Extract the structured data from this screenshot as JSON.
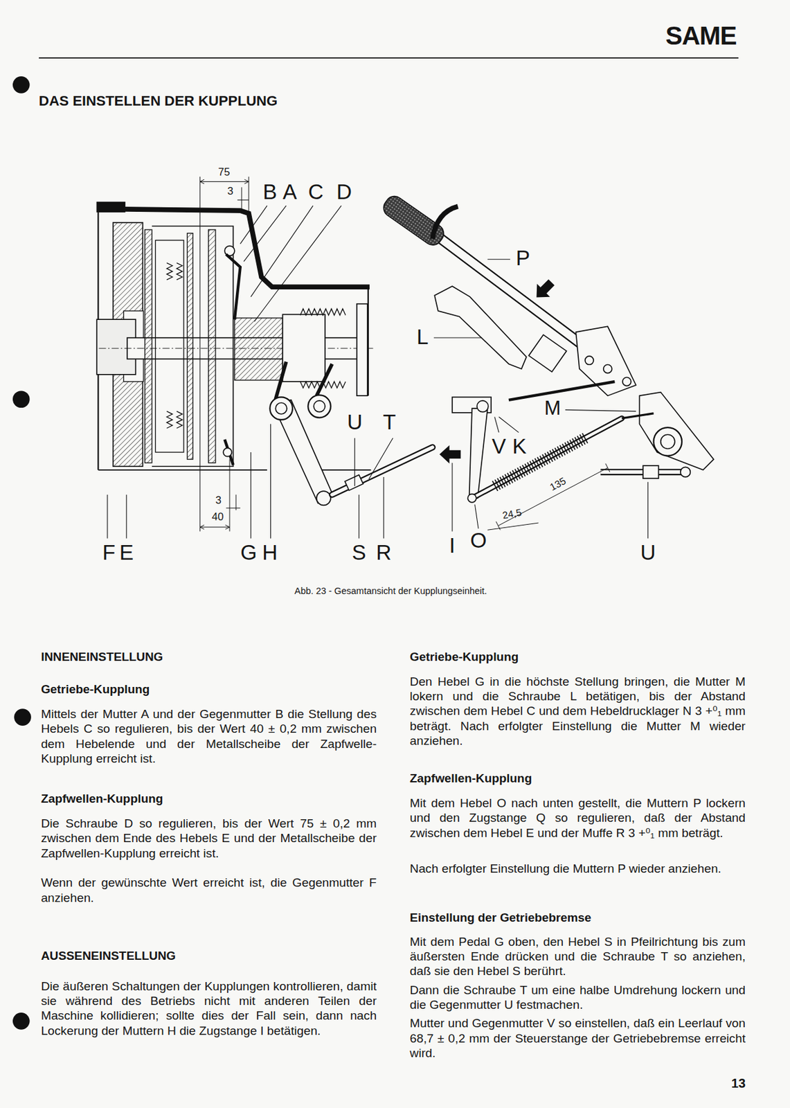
{
  "diagram": {
    "title": "DAS EINSTELLEN DER KUPPLUNG",
    "caption": "Abb. 23 - Gesamtansicht der Kupplungseinheit.",
    "labels": [
      "SAME",
      "75",
      "3",
      "B",
      "A",
      "C",
      "D",
      "P",
      "L",
      "M",
      "U",
      "T",
      "V",
      "K",
      "135",
      "24,5",
      "3",
      "40",
      "F",
      "E",
      "G",
      "H",
      "S",
      "R",
      "I",
      "O",
      "U",
      "INNENEINSTELLUNG",
      "Getriebe-Kupplung",
      "Mittels der Mutter A und der Gegenmutter B die Stellung des Hebels C so regulieren, bis der Wert 40 ± 0,2 mm zwischen dem Hebelende und der Metallscheibe der Zapfwelle-Kupplung erreicht ist.",
      "Zapfwellen-Kupplung",
      "Die Schraube D so regulieren, bis der Wert 75 ± 0,2 mm zwischen dem Ende des Hebels E und der Metallscheibe der Zapfwellen-Kupplung erreicht ist.",
      "Wenn der gewünschte Wert erreicht ist, die Gegenmutter F anziehen.",
      "AUSSENEINSTELLUNG",
      "Die äußeren Schaltungen der Kupplungen kontrollieren, damit sie während des Betriebs nicht mit anderen Teilen der Maschine kollidieren; sollte dies der Fall sein, dann nach Lockerung der Muttern H die Zugstange I betätigen.",
      "Getriebe-Kupplung",
      "Den Hebel G in die höchste Stellung bringen, die Mutter M lokern und die Schraube L betätigen, bis der Abstand zwischen dem Hebel C und dem Hebeldrucklager N 3 +⁰₁ mm beträgt. Nach erfolgter Einstellung die Mutter M wieder anziehen.",
      "Zapfwellen-Kupplung",
      "Mit dem Hebel O nach unten gestellt, die Muttern P lockern und den Zugstange Q so regulieren, daß der Abstand zwischen dem Hebel E und der Muffe R 3 +⁰₁ mm beträgt.",
      "Nach erfolgter Einstellung die Muttern P wieder anziehen.",
      "Einstellung der Getriebebremse",
      "Mit dem Pedal G oben, den Hebel S in Pfeilrichtung bis zum äußersten Ende drücken und die Schraube T so anziehen, daß sie den Hebel S berührt.",
      "Dann die Schraube T um eine halbe Umdrehung lockern und die Gegenmutter U festmachen.",
      "Mutter und Gegenmutter V so einstellen, daß ein Leerlauf von 68,7 ± 0,2 mm der Steuerstange der Getriebebremse erreicht wird.",
      "13"
    ]
  }
}
